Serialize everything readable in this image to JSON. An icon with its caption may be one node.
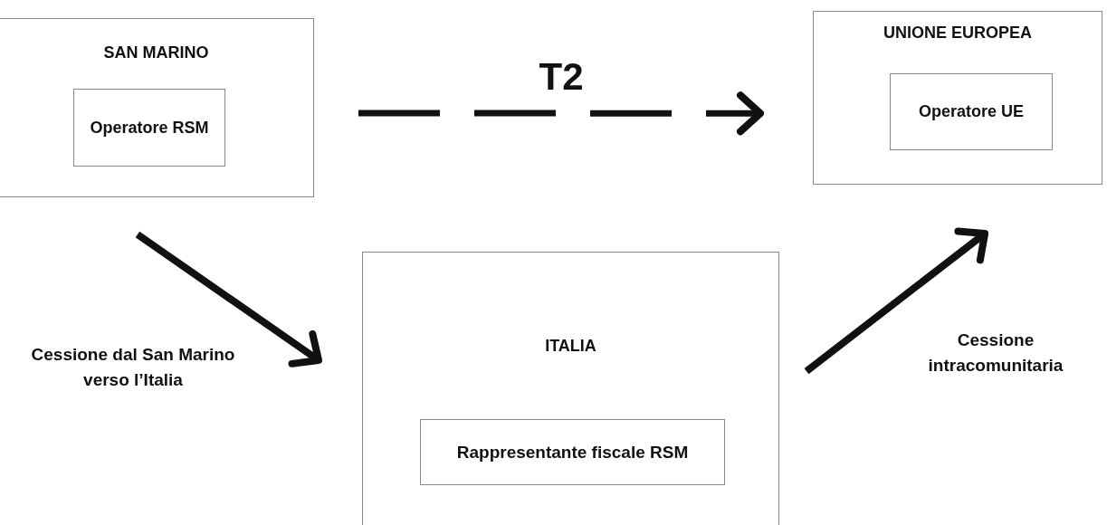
{
  "diagram": {
    "nodes": [
      {
        "text": [
          "SAN MARINO"
        ]
      },
      {
        "text": [
          "Operatore RSM"
        ],
        "in": 0
      },
      {
        "text": [
          "UNIONE EUROPEA"
        ]
      },
      {
        "text": [
          "Operatore UE"
        ],
        "in": 2
      },
      {
        "text": [
          "ITALIA"
        ]
      },
      {
        "text": [
          "Rappresentante fiscale RSM"
        ],
        "in": 4
      }
    ],
    "edges": [
      {
        "from": 0,
        "to": 2,
        "arrow": "to",
        "label": "T2",
        "style": "dashed"
      },
      {
        "from": 0,
        "to": 4,
        "arrow": "to",
        "label": "Cessione dal San Marino verso l’Italia"
      },
      {
        "from": 4,
        "to": 2,
        "arrow": "to",
        "label": "Cessione intracomunitaria"
      }
    ]
  }
}
